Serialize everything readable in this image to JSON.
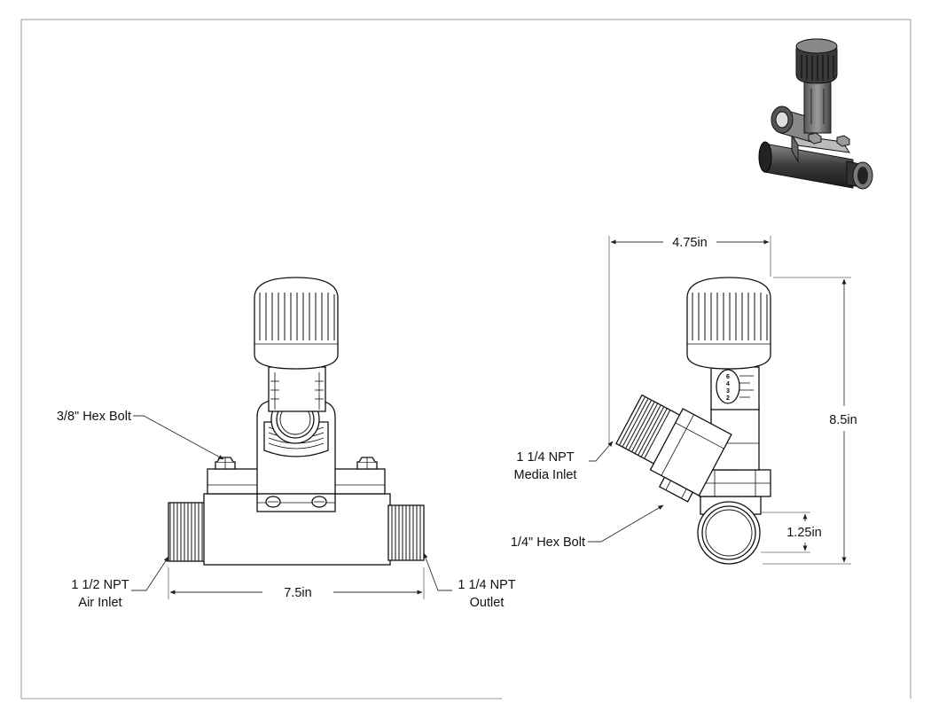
{
  "labels": {
    "hex_bolt_38": "3/8\" Hex Bolt",
    "air_inlet_size": "1 1/2 NPT",
    "air_inlet_name": "Air Inlet",
    "outlet_size": "1 1/4 NPT",
    "outlet_name": "Outlet",
    "length": "7.5in",
    "width": "4.75in",
    "height": "8.5in",
    "media_inlet_size": "1 1/4 NPT",
    "media_inlet_name": "Media Inlet",
    "hex_bolt_14": "1/4\" Hex Bolt",
    "pipe_diameter": "1.25in",
    "gauge_marks": [
      "6",
      "4",
      "3",
      "2"
    ]
  }
}
